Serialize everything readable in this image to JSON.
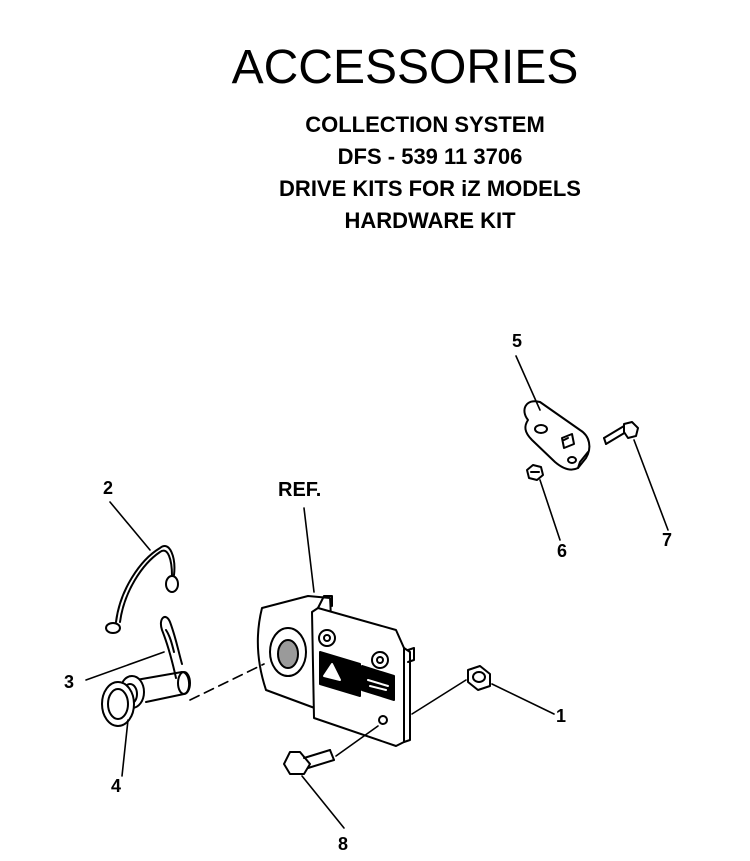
{
  "header": {
    "title": "ACCESSORIES",
    "subtitle_lines": [
      "COLLECTION SYSTEM",
      "DFS - 539 11 3706",
      "DRIVE KITS FOR iZ MODELS",
      "HARDWARE KIT"
    ]
  },
  "callouts": [
    {
      "label": "1"
    },
    {
      "label": "2"
    },
    {
      "label": "3"
    },
    {
      "label": "4"
    },
    {
      "label": "5"
    },
    {
      "label": "6"
    },
    {
      "label": "7"
    },
    {
      "label": "8"
    },
    {
      "label": "REF."
    }
  ],
  "colors": {
    "ink": "#000000",
    "paper": "#ffffff",
    "shade": "#9a9a9a"
  }
}
